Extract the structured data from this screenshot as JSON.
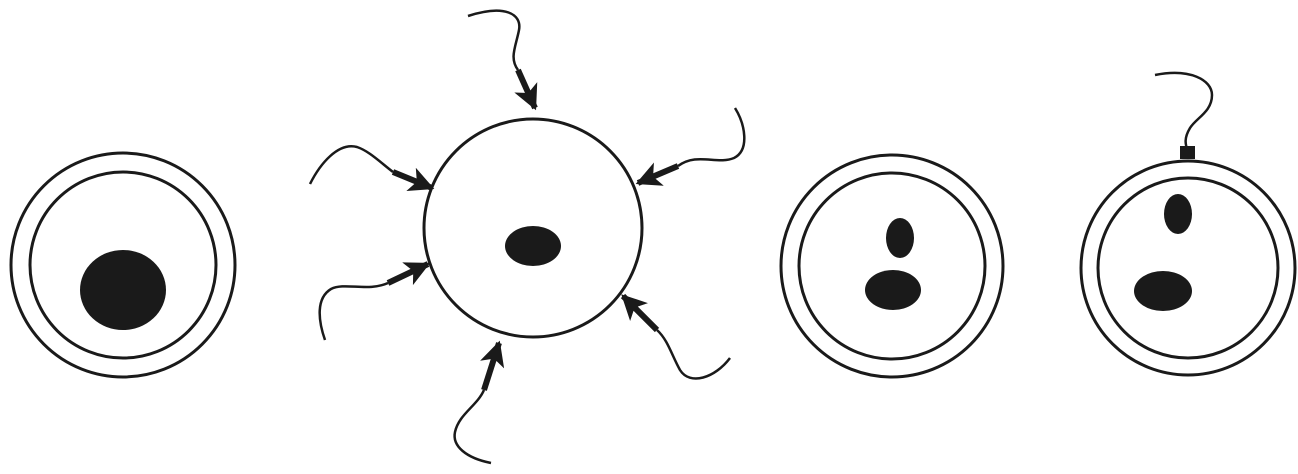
{
  "diagram": {
    "panels": [
      {
        "id": "egg-with-nucleus",
        "has_text": false
      },
      {
        "id": "sperm-approaching-egg",
        "has_text": false,
        "sperm_count": 6
      },
      {
        "id": "two-nuclei-in-egg",
        "has_text": false
      },
      {
        "id": "single-sperm-entry",
        "has_text": false,
        "sperm_count": 1
      }
    ],
    "colors": {
      "stroke": "#1a1a1a",
      "fill_dark": "#1a1a1a",
      "background": "#ffffff"
    }
  }
}
